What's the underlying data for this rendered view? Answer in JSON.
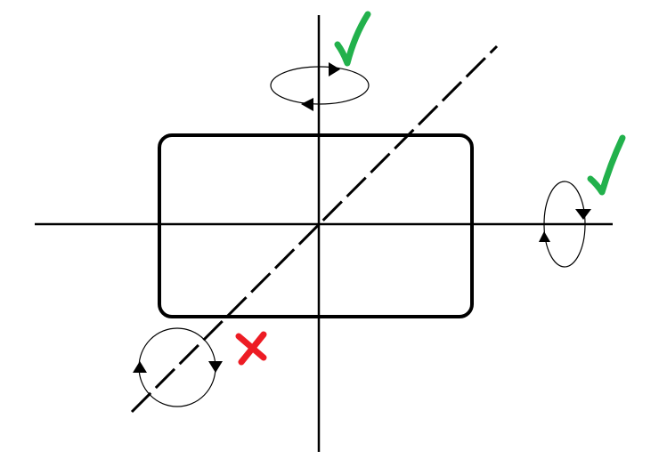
{
  "colors": {
    "stroke": "#000000",
    "check": "#22b14c",
    "cross": "#ed1c24",
    "background": "#ffffff"
  },
  "axes": [
    {
      "id": "vertical-axis",
      "style": "solid",
      "rotation_valid": true
    },
    {
      "id": "horizontal-axis",
      "style": "solid",
      "rotation_valid": true
    },
    {
      "id": "diagonal-axis",
      "style": "dashed",
      "rotation_valid": false
    }
  ],
  "icons": {
    "valid": "check-mark-icon",
    "invalid": "cross-mark-icon",
    "arrow": "arrowhead-icon"
  }
}
